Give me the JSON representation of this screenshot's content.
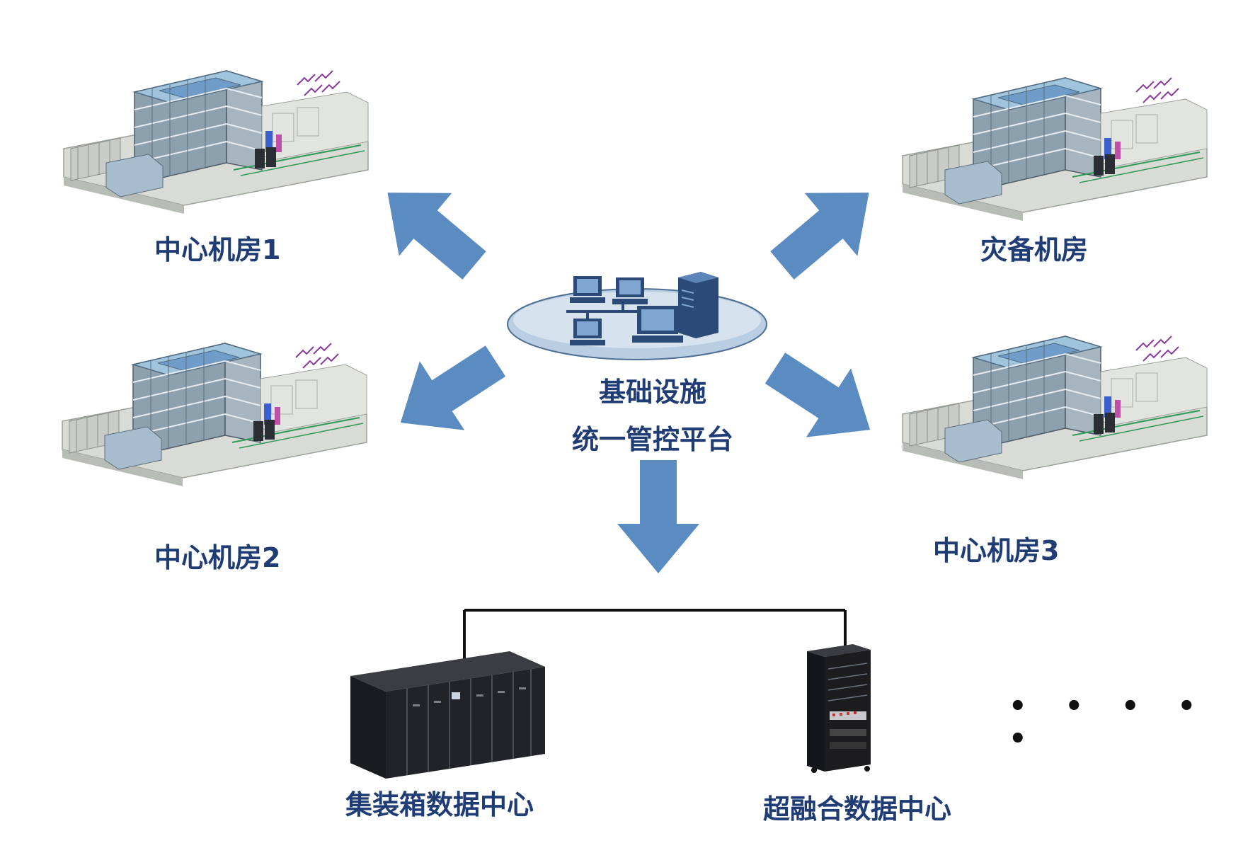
{
  "center": {
    "line1": "基础设施",
    "line2": "统一管控平台"
  },
  "nodes": {
    "center_room_1": "中心机房1",
    "center_room_2": "中心机房2",
    "center_room_3": "中心机房3",
    "disaster_backup_room": "灾备机房",
    "container_dc": "集装箱数据中心",
    "hyperconverged_dc": "超融合数据中心"
  },
  "ellipsis": "• • • • •",
  "colors": {
    "arrow": "#5a8cc2",
    "label": "#1f3c74",
    "platform_disc": "#b9cee2",
    "rack": "#1c1c1e"
  },
  "icons": {
    "building": "data-center-building-icon",
    "network": "network-computers-icon",
    "container": "container-datacenter-icon",
    "rack": "server-rack-icon"
  }
}
